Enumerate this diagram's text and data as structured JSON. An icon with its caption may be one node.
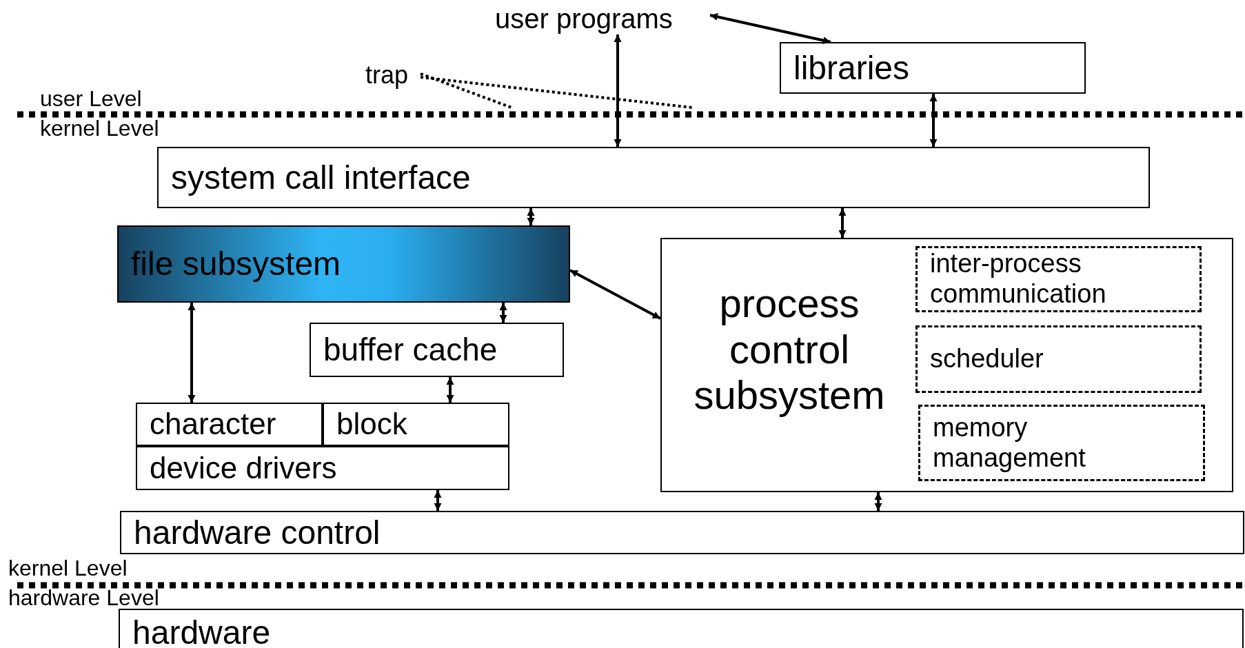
{
  "diagram": {
    "nodes": [
      {
        "text": [
          "user programs"
        ]
      },
      {
        "text": [
          "libraries"
        ]
      },
      {
        "text": [
          "trap"
        ]
      },
      {
        "text": [
          "system call interface"
        ]
      },
      {
        "text": [
          "file subsystem"
        ]
      },
      {
        "text": [
          "buffer cache"
        ]
      },
      {
        "text": [
          "character"
        ]
      },
      {
        "text": [
          "block"
        ]
      },
      {
        "text": [
          "device drivers"
        ]
      },
      {
        "text": [
          "process control subsystem"
        ]
      },
      {
        "text": [
          "inter-process communication"
        ],
        "in": 9
      },
      {
        "text": [
          "scheduler"
        ],
        "in": 9
      },
      {
        "text": [
          "memory management"
        ],
        "in": 9
      },
      {
        "text": [
          "hardware control"
        ]
      },
      {
        "text": [
          "hardware"
        ]
      }
    ],
    "edges": [
      {
        "from": 0,
        "to": 1,
        "arrow": "both"
      },
      {
        "from": 0,
        "to": 3,
        "arrow": "both"
      },
      {
        "from": 2,
        "to": null,
        "arrow": "none",
        "style": "dashed"
      },
      {
        "from": 2,
        "to": null,
        "arrow": "none",
        "style": "dashed"
      },
      {
        "from": 1,
        "to": 3,
        "arrow": "both"
      },
      {
        "from": 3,
        "to": 4,
        "arrow": "both"
      },
      {
        "from": 3,
        "to": 9,
        "arrow": "both"
      },
      {
        "from": 4,
        "to": 9,
        "arrow": "both"
      },
      {
        "from": 4,
        "to": 5,
        "arrow": "both"
      },
      {
        "from": 4,
        "to": 6,
        "arrow": "both"
      },
      {
        "from": 5,
        "to": 7,
        "arrow": "both"
      },
      {
        "from": 8,
        "to": 13,
        "arrow": "both"
      },
      {
        "from": 9,
        "to": 13,
        "arrow": "both"
      }
    ],
    "labels": [
      "user Level",
      "kernel Level",
      "kernel Level",
      "hardware Level"
    ]
  }
}
